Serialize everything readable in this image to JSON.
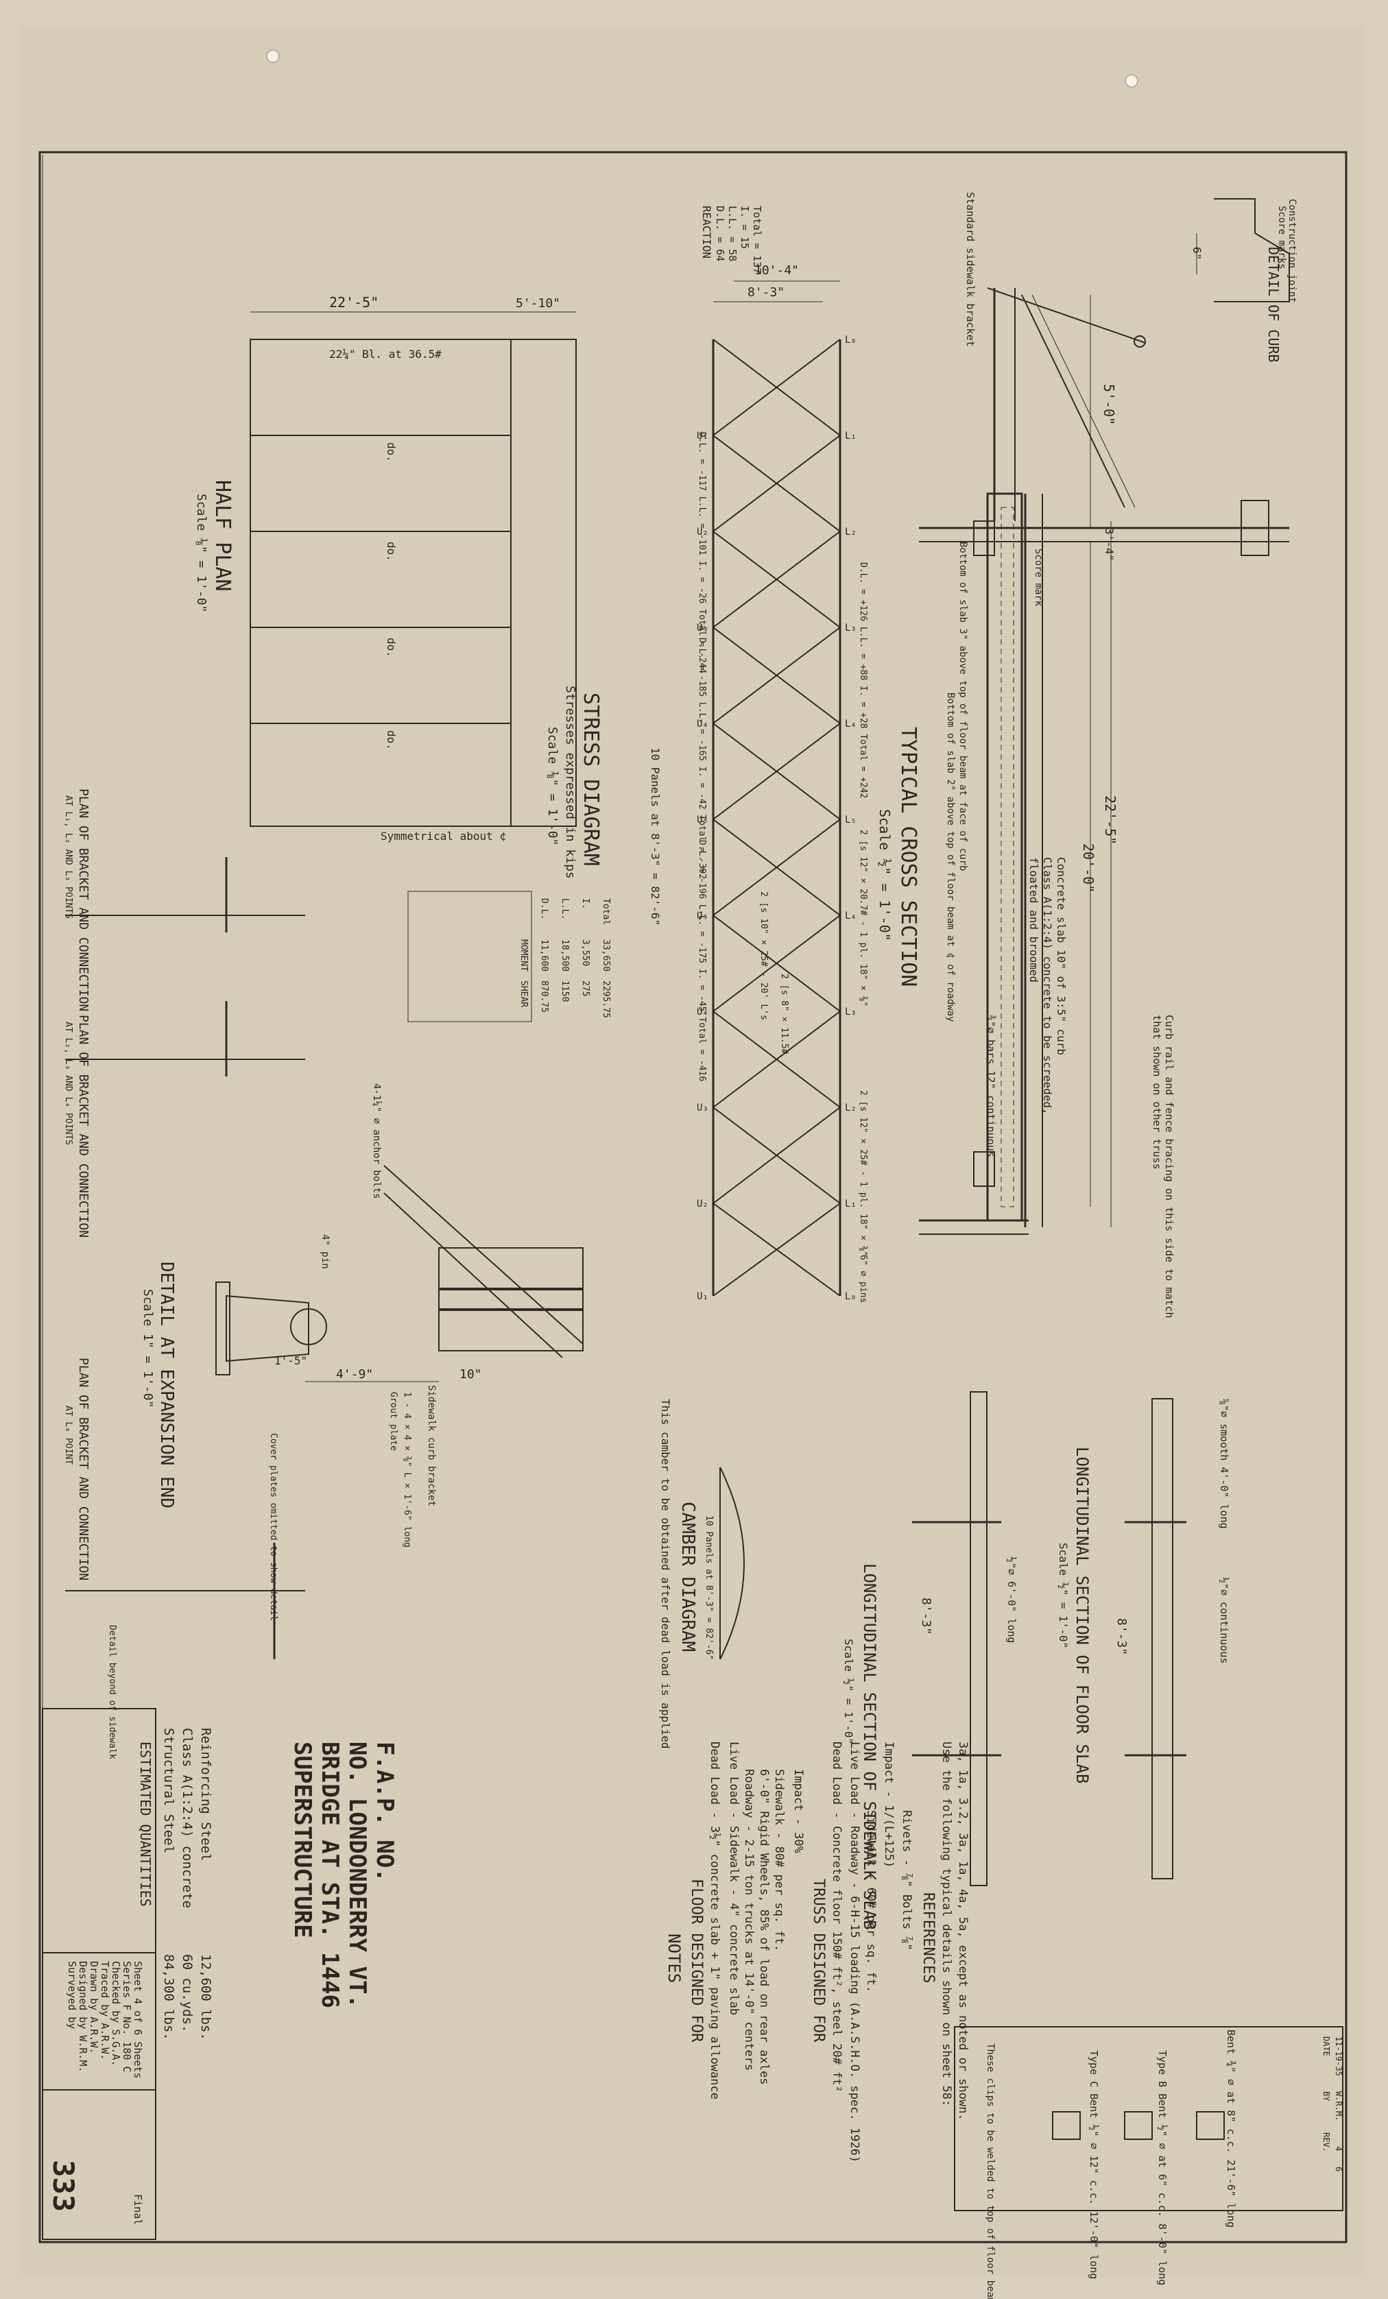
{
  "sheet_number": "333",
  "title_block": {
    "title_lines": [
      "SUPERSTRUCTURE",
      "BRIDGE AT STA. 1446",
      "NO. LONDONDERRY VT.",
      "F.A.P. NO."
    ],
    "surveyed_by": "Surveyed by",
    "designed_by": "Designed by  W.R.M.",
    "drawn_by": "Drawn by  A.R.W.",
    "traced_by": "Traced by  A.R.W.",
    "checked_by": "Checked by  S.G.A.",
    "series": "Series  F  No. 180 C",
    "sheet_of": "Sheet  4  of  6  Sheets",
    "final": "Final"
  },
  "quantities": {
    "header": "ESTIMATED QUANTITIES",
    "rows": [
      {
        "item": "Structural Steel",
        "value": "84,300 lbs."
      },
      {
        "item": "Class A(1:2:4) concrete",
        "value": "60 cu.yds."
      },
      {
        "item": "Reinforcing Steel",
        "value": "12,600 lbs."
      }
    ]
  },
  "notes": {
    "header": "NOTES",
    "floor_header": "FLOOR DESIGNED FOR",
    "floor_lines": [
      "Dead Load - 3½\" concrete slab + 1\" paving allowance",
      "Live Load - Sidewalk - 4\" concrete slab",
      "Roadway - 2-15 ton trucks at 14'-0\" centers",
      "6'-0\" Rigid Wheels, 85% of load on rear axles",
      "Sidewalk - 80# per sq. ft.",
      "Impact - 30%"
    ],
    "truss_header": "TRUSS DESIGNED FOR",
    "truss_lines": [
      "Dead Load - Concrete floor 150# ft², steel 20# ft²",
      "Live Load - Roadway - 6-H-15 loading (A.A.S.H.O. spec. 1926)",
      "Sidewalk - 60# per sq. ft.",
      "Impact - 1/(L+125)",
      "Rivets - ⅞\"  Bolts ⅞\""
    ],
    "ref_header": "REFERENCES",
    "ref_lines": [
      "Use the following typical details shown on sheet 58:",
      "3a, 1a, 3.2, 3a, 1a, 4a, 5a, except as noted or shown."
    ]
  },
  "views": {
    "cross_section": {
      "title": "TYPICAL CROSS SECTION",
      "scale": "Scale ½\" = 1'-0\"",
      "dims": [
        "5'-0\"",
        "20'-0\"",
        "22'-5\"",
        "3'-4\""
      ],
      "notes": [
        "Concrete slab 10\" of 3:5\" curb",
        "Class A(1:2:4) concrete to be screeded,",
        "floated and broomed",
        "Curb rail and fence bracing on this side to match",
        "that shown on other truss",
        "¾\"⌀ bars 12\" continuous",
        "Bottom of slab 3\" above top of floor beam at face of curb",
        "Bottom of slab 2\" above top of floor beam at ¢ of roadway",
        "Score mark",
        "Standard sidewalk bracket",
        "Construction joint"
      ]
    },
    "curb_detail": {
      "title": "DETAIL OF CURB",
      "dim": "6\"",
      "note": "Score marks"
    },
    "stress_diagram": {
      "title": "STRESS DIAGRAM",
      "subtitle": "Stresses expressed in kips",
      "scale": "Scale ⅛\" = 1'-0\"",
      "panels": "10 Panels at 8'-3\" = 82'-6\"",
      "dims": [
        "10'-4\"",
        "8'-3\""
      ],
      "reaction": "REACTION",
      "reaction_values": [
        "D.L. = 64",
        "L.L. = 58",
        "I. = 15",
        "Total = 137"
      ],
      "top_nodes": [
        "U₁",
        "U₂",
        "U₃",
        "U₄",
        "U₅",
        "U₅",
        "U₄",
        "U₃",
        "U₂",
        "U₁"
      ],
      "bottom_nodes": [
        "L₀",
        "L₁",
        "L₂",
        "L₃",
        "L₄",
        "L₅",
        "L₄",
        "L₃",
        "L₂",
        "L₁",
        "L₀"
      ],
      "chord_labels": [
        "D.L. = -117  L.L. = -101  I. = -26  Total = -244",
        "D.L. = -185  L.L. = -165  I. = -42  Total = -392",
        "D.L. = -196  L.L. = -175  I. = -45  Total = -416",
        "D.L. = +126  L.L. = +88  I. = +28  Total = +242"
      ],
      "member_sizes": [
        "2 [s 12\" × 20.7# - 1 pl. 18\" × ⅜\"",
        "2 [s 12\" × 25# - 1 pl. 18\" × ⅜\"",
        "2 [s 10\" × 25# - 20' L's",
        "2 [s 8\" × 11.5#",
        "6\" ⌀ pins"
      ]
    },
    "half_plan": {
      "title": "HALF PLAN",
      "scale": "Scale ⅛\" = 1'-0\"",
      "dims": [
        "22'-5\"",
        "5'-10\""
      ],
      "note": "22¼\" Bl. at 36.5#",
      "center_label": "Symmetrical about ¢",
      "do_label": "do."
    },
    "properties_table": {
      "headers": [
        "",
        "MOMENT",
        "SHEAR"
      ],
      "rows": [
        [
          "D.L.",
          "11,600",
          "870.75"
        ],
        [
          "L.L.",
          "18,500",
          "1150"
        ],
        [
          "I.",
          "3,550",
          "275"
        ],
        [
          "Total",
          "33,650",
          "2295.75"
        ]
      ]
    },
    "expansion_detail": {
      "title": "DETAIL AT EXPANSION END",
      "scale": "Scale 1\" = 1'-0\"",
      "dims": [
        "4'-9\"",
        "10\"",
        "1'-5\""
      ],
      "notes": [
        "4-1¼\" ⌀ anchor bolts",
        "4\" pin",
        "Sidewalk curb bracket",
        "Cover plates omitted to show detail",
        "1 - 4 × 4 × ⅜\" L × 1'-6\" long",
        "Grout plate"
      ]
    },
    "bracket_plans": [
      {
        "title": "PLAN OF BRACKET AND CONNECTION",
        "sub": "AT L₁, L₂ AND L₃ POINTS"
      },
      {
        "title": "PLAN OF BRACKET AND CONNECTION",
        "sub": "AT L₂, L₃ AND L₄ POINTS"
      },
      {
        "title": "PLAN OF BRACKET AND CONNECTION",
        "sub": "AT L₀ POINT"
      }
    ],
    "bracket_plan_note": "Detail beyond of sidewalk",
    "camber": {
      "title": "CAMBER DIAGRAM",
      "note": "This camber to be obtained after dead load is applied",
      "panels": "10 Panels at 8'-3\" = 82'-6\""
    },
    "floor_slab": {
      "title": "LONGITUDINAL SECTION OF FLOOR SLAB",
      "scale": "Scale ½\" = 1'-0\"",
      "dim": "8'-3\"",
      "notes": [
        "⅝\"⌀ smooth 4'-0\" long",
        "½\"⌀ continuous"
      ]
    },
    "sidewalk_slab": {
      "title": "LONGITUDINAL SECTION OF SIDEWALK SLAB",
      "scale": "Scale ½\" = 1'-0\"",
      "dim": "8'-3\"",
      "notes": [
        "½\"⌀ 6'-0\" long"
      ]
    },
    "bar_bending": {
      "items": [
        "Bent ¾\" ⌀ at 8\" c.c. 21'-6\" long",
        "Type B  Bent ½\" ⌀ at 6\" c.c. 8'-0\" long",
        "Type C  Bent ½\" ⌀ 12\" c.c. 12'-0\" long"
      ],
      "note": "These clips to be welded to top of floor beam",
      "revision_header": [
        "DATE",
        "BY",
        "REV."
      ],
      "revision_row": [
        "11-19-35",
        "W.R.M.",
        "4",
        "6"
      ]
    }
  }
}
